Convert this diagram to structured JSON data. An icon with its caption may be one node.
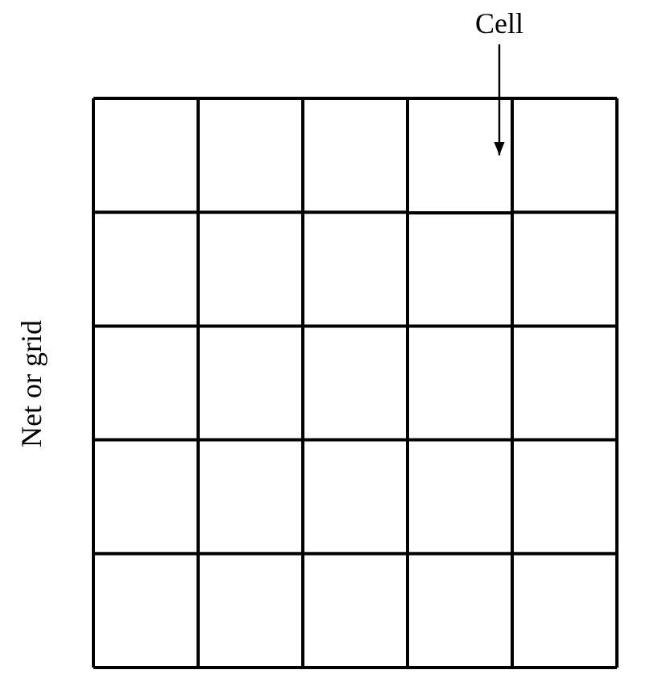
{
  "diagram": {
    "nodes": [
      {
        "text": [
          "Cell"
        ]
      },
      {
        "text": [],
        "shape": "box"
      }
    ],
    "edges": [
      {
        "from": 0,
        "to": 1,
        "arrow": "to"
      }
    ],
    "labels": [
      "Net or grid"
    ]
  }
}
